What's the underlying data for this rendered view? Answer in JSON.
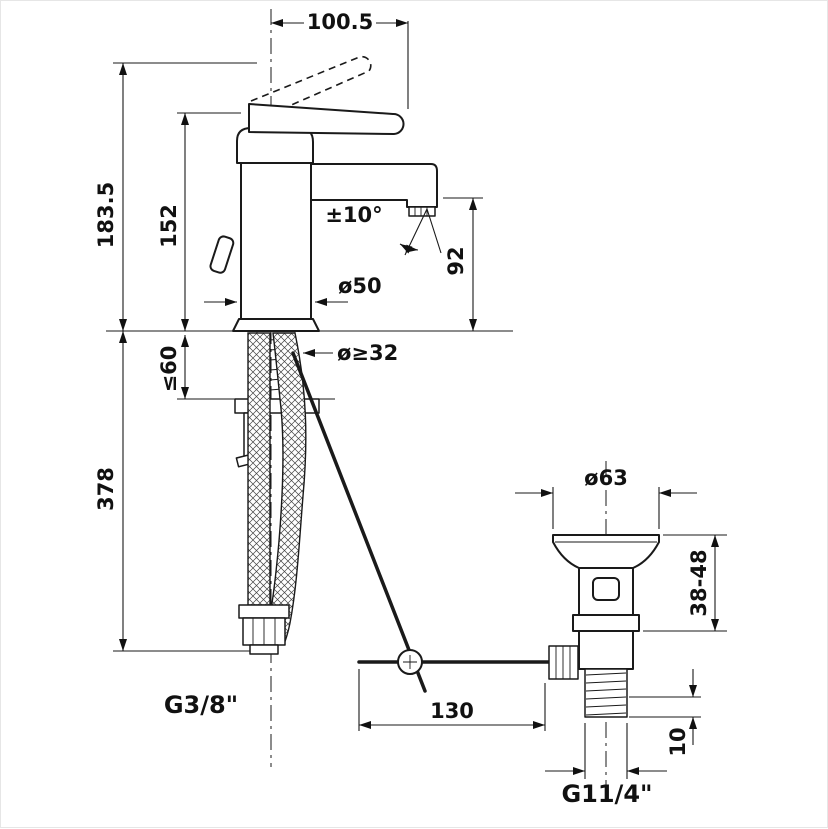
{
  "page": {
    "background": "#ffffff",
    "line_color": "#1a1a1a"
  },
  "labels": {
    "top_width": "100.5",
    "overall_height": "183.5",
    "body_height": "152",
    "spout_angle": "±10°",
    "spout_height": "92",
    "base_diameter": "ø50",
    "mounting_hole_diameter": "ø≥32",
    "max_deck_thickness": "≤60",
    "hose_length": "378",
    "waste_flange_diameter": "ø63",
    "waste_clamping_range": "38-48",
    "supply_connection": "G3/8\"",
    "pull_rod_reach": "130",
    "waste_detail": "10",
    "waste_thread": "G11/4\""
  }
}
